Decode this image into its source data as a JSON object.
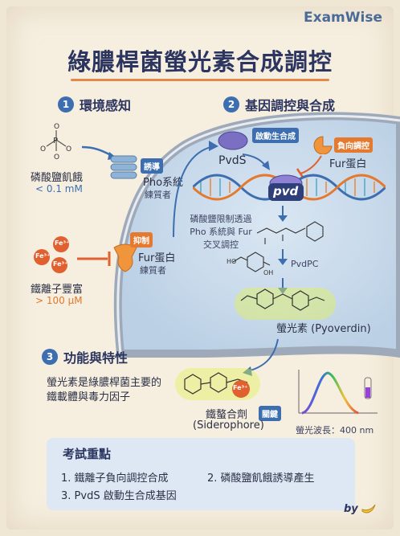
{
  "brand": "ExamWise",
  "title": "綠膿桿菌螢光素合成調控",
  "sections": {
    "s1": {
      "num": "1",
      "title": "環境感知"
    },
    "s2": {
      "num": "2",
      "title": "基因調控與合成"
    },
    "s3": {
      "num": "3",
      "title": "功能與特性"
    }
  },
  "env": {
    "phosphate_label": "磷酸鹽飢餓",
    "phosphate_conc": "< 0.1 mM",
    "iron_label": "鐵離子豐富",
    "iron_conc": "> 100 μM",
    "fe_ion": "Fe³⁺"
  },
  "pho": {
    "tag": "誘導",
    "name": "Pho系統",
    "role": "練質者"
  },
  "fur_cell": {
    "tag": "抑制",
    "name": "Fur蛋白",
    "role": "練質者"
  },
  "gene": {
    "pvds_top_tag": "啟動生合成",
    "pvds": "PvdS",
    "neg_tag": "負向調控",
    "fur": "Fur蛋白",
    "gene_name": "pvd",
    "crosstalk": [
      "磷酸鹽限制透過",
      "Pho 系統與 Fur",
      "交叉調控"
    ],
    "intermediate": "PvdPC",
    "product": "螢光素 (Pyoverdin)"
  },
  "func": {
    "desc": [
      "螢光素是綠膿桿菌主要的",
      "鐵載體與毒力因子"
    ],
    "sid_cn": "鐵螯合劑",
    "sid_tag": "關鍵",
    "sid_en": "(Siderophore)",
    "spectrum_label": "螢光波長：400 nm"
  },
  "exam": {
    "title": "考試重點",
    "items": [
      "1. 鐵離子負向調控合成",
      "2. 磷酸鹽飢餓誘導產生",
      "3. PvdS 啟動生合成基因"
    ]
  },
  "signature": "by",
  "colors": {
    "accent_blue": "#3d6fb0",
    "accent_orange": "#e47a30",
    "cell": "#c9dcee",
    "glow": "#d9ef3a"
  }
}
